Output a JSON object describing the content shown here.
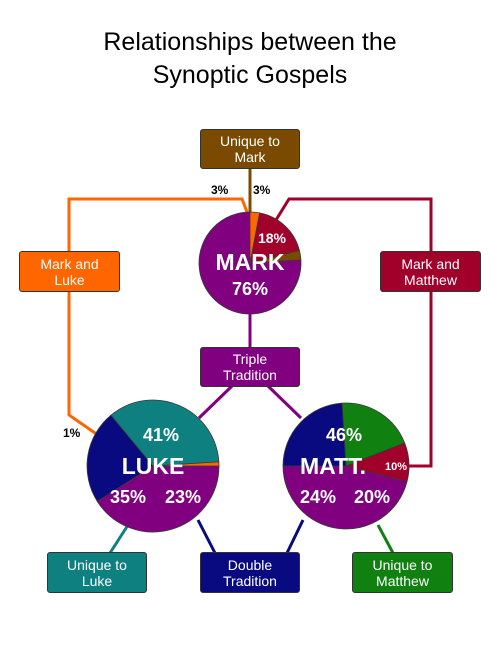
{
  "title": {
    "line1": "Relationships between the",
    "line2": "Synoptic Gospels"
  },
  "colors": {
    "purple": "#800080",
    "orange": "#ff6600",
    "brown": "#7a4a00",
    "crimson": "#a0002a",
    "teal": "#0f8080",
    "navy": "#0a0a80",
    "green": "#108010"
  },
  "boxes": {
    "unique_mark": {
      "line1": "Unique to",
      "line2": "Mark"
    },
    "mark_luke": {
      "line1": "Mark and",
      "line2": "Luke"
    },
    "mark_matthew": {
      "line1": "Mark and",
      "line2": "Matthew"
    },
    "triple": {
      "line1": "Triple",
      "line2": "Tradition"
    },
    "unique_luke": {
      "line1": "Unique to",
      "line2": "Luke"
    },
    "double": {
      "line1": "Double",
      "line2": "Tradition"
    },
    "unique_matthew": {
      "line1": "Unique to",
      "line2": "Matthew"
    }
  },
  "pies": {
    "mark": {
      "name": "MARK",
      "slices": [
        {
          "label": "76%",
          "value": 76,
          "color": "#800080"
        },
        {
          "label": "3%",
          "value": 3,
          "color": "#7a4a00"
        },
        {
          "label": "18%",
          "value": 18,
          "color": "#a0002a"
        },
        {
          "label": "3%",
          "value": 3,
          "color": "#ff6600"
        }
      ]
    },
    "luke": {
      "name": "LUKE",
      "slices": [
        {
          "label": "41%",
          "value": 41,
          "color": "#800080"
        },
        {
          "label": "23%",
          "value": 23,
          "color": "#0a0a80"
        },
        {
          "label": "35%",
          "value": 35,
          "color": "#0f8080"
        },
        {
          "label": "1%",
          "value": 1,
          "color": "#ff6600"
        }
      ]
    },
    "matthew": {
      "name": "MATT.",
      "slices": [
        {
          "label": "46%",
          "value": 46,
          "color": "#800080"
        },
        {
          "label": "10%",
          "value": 10,
          "color": "#a0002a"
        },
        {
          "label": "20%",
          "value": 20,
          "color": "#108010"
        },
        {
          "label": "24%",
          "value": 24,
          "color": "#0a0a80"
        }
      ]
    }
  }
}
